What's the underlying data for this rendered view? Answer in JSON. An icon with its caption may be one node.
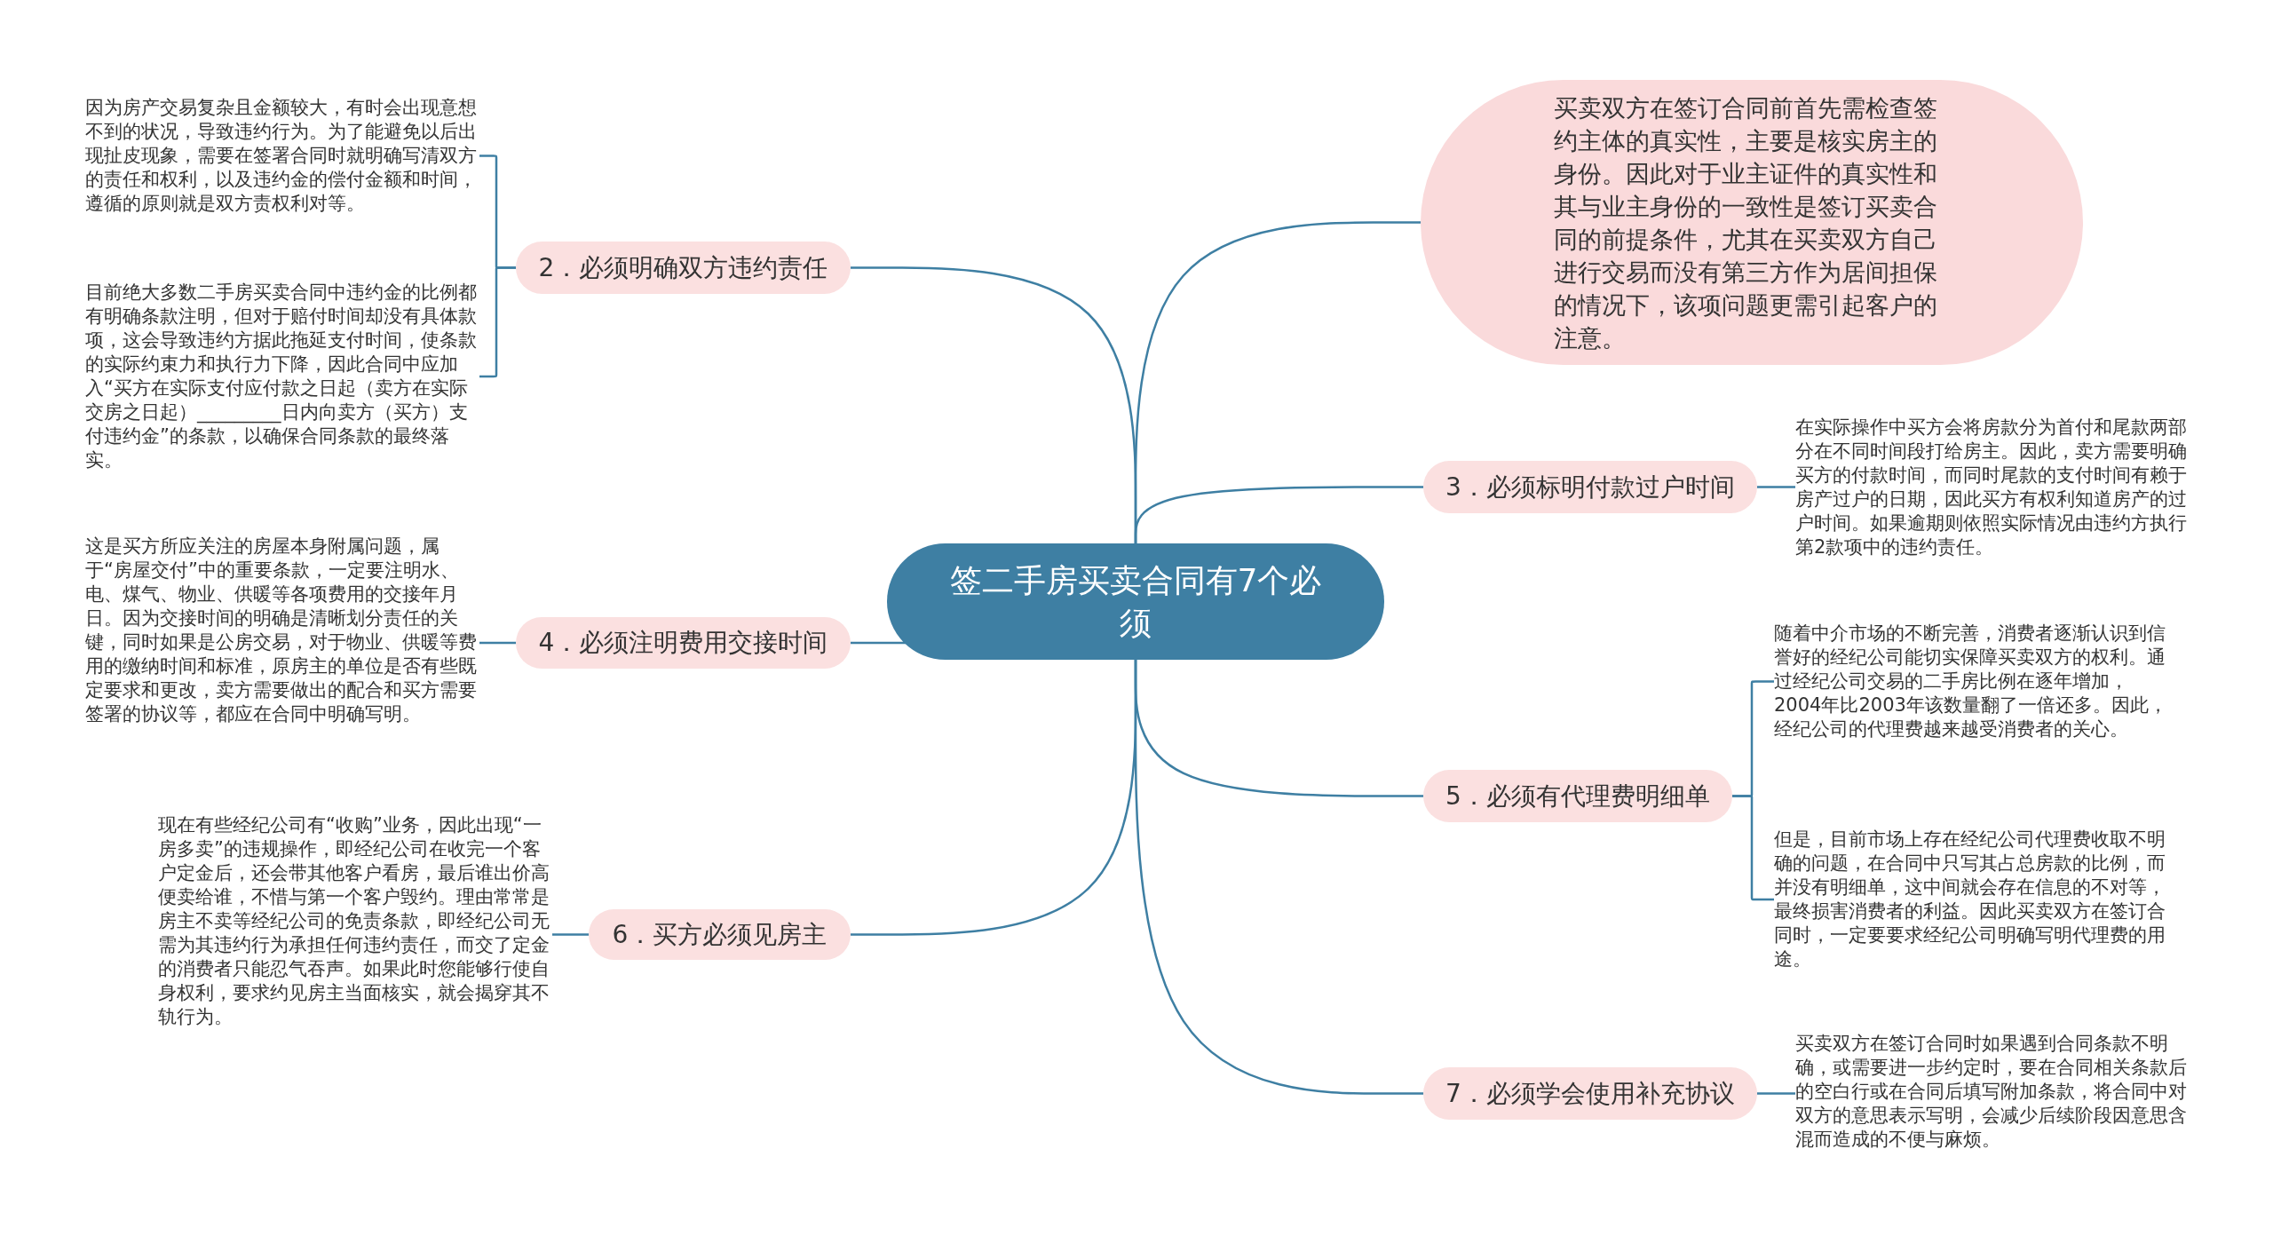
{
  "diagram": {
    "nodes": [
      {
        "text": [
          "签二手房买卖合同有7个必须"
        ]
      },
      {
        "text": [
          "买卖双方在签订合同前首先需检查签约主体的真实性，主要是核实房主的身份。因此对于业主证件的真实性和其与业主身份的一致性是签订买卖合同的前提条件，尤其在买卖双方自己进行交易而没有第三方作为居间担保的情况下，该项问题更需引起客户的注意。"
        ]
      },
      {
        "text": [
          "2．必须明确双方违约责任"
        ]
      },
      {
        "text": [
          "因为房产交易复杂且金额较大，有时会出现意想不到的状况，导致违约行为。为了能避免以后出现扯皮现象，需要在签署合同时就明确写清双方的责任和权利，以及违约金的偿付金额和时间，遵循的原则就是双方责权利对等。"
        ]
      },
      {
        "text": [
          "目前绝大多数二手房买卖合同中违约金的比例都有明确条款注明，但对于赔付时间却没有具体款项，这会导致违约方据此拖延支付时间，使条款的实际约束力和执行力下降，因此合同中应加入“买方在实际支付应付款之日起（卖方在实际交房之日起）_________日内向卖方（买方）支付违约金”的条款，以确保合同条款的最终落实。"
        ]
      },
      {
        "text": [
          "3．必须标明付款过户时间"
        ]
      },
      {
        "text": [
          "在实际操作中买方会将房款分为首付和尾款两部分在不同时间段打给房主。因此，卖方需要明确买方的付款时间，而同时尾款的支付时间有赖于房产过户的日期，因此买方有权利知道房产的过户时间。如果逾期则依照实际情况由违约方执行第2款项中的违约责任。"
        ]
      },
      {
        "text": [
          "4．必须注明费用交接时间"
        ]
      },
      {
        "text": [
          "这是买方所应关注的房屋本身附属问题，属于“房屋交付”中的重要条款，一定要注明水、电、煤气、物业、供暖等各项费用的交接年月日。因为交接时间的明确是清晰划分责任的关键，同时如果是公房交易，对于物业、供暖等费用的缴纳时间和标准，原房主的单位是否有些既定要求和更改，卖方需要做出的配合和买方需要签署的协议等，都应在合同中明确写明。"
        ]
      },
      {
        "text": [
          "5．必须有代理费明细单"
        ]
      },
      {
        "text": [
          "随着中介市场的不断完善，消费者逐渐认识到信誉好的经纪公司能切实保障买卖双方的权利。通过经纪公司交易的二手房比例在逐年增加，2004年比2003年该数量翻了一倍还多。因此，经纪公司的代理费越来越受消费者的关心。"
        ]
      },
      {
        "text": [
          "但是，目前市场上存在经纪公司代理费收取不明确的问题，在合同中只写其占总房款的比例，而并没有明细单，这中间就会存在信息的不对等，最终损害消费者的利益。因此买卖双方在签订合同时，一定要要求经纪公司明确写明代理费的用途。"
        ]
      },
      {
        "text": [
          "6．买方必须见房主"
        ]
      },
      {
        "text": [
          "现在有些经纪公司有“收购”业务，因此出现“一房多卖”的违规操作，即经纪公司在收完一个客户定金后，还会带其他客户看房，最后谁出价高便卖给谁，不惜与第一个客户毁约。理由常常是房主不卖等经纪公司的免责条款，即经纪公司无需为其违约行为承担任何违约责任，而交了定金的消费者只能忍气吞声。如果此时您能够行使自身权利，要求约见房主当面核实，就会揭穿其不轨行为。"
        ]
      },
      {
        "text": [
          "7．必须学会使用补充协议"
        ]
      },
      {
        "text": [
          "买卖双方在签订合同时如果遇到合同条款不明确，或需要进一步约定时，要在合同相关条款后的空白行或在合同后填写附加条款，将合同中对双方的意思表示写明，会减少后续阶段因意思含混而造成的不便与麻烦。"
        ]
      }
    ],
    "edges": [
      {
        "from": 0,
        "to": 1,
        "arrow": "none"
      },
      {
        "from": 0,
        "to": 2,
        "arrow": "none"
      },
      {
        "from": 2,
        "to": 3,
        "arrow": "none"
      },
      {
        "from": 2,
        "to": 4,
        "arrow": "none"
      },
      {
        "from": 0,
        "to": 5,
        "arrow": "none"
      },
      {
        "from": 5,
        "to": 6,
        "arrow": "none"
      },
      {
        "from": 0,
        "to": 7,
        "arrow": "none"
      },
      {
        "from": 7,
        "to": 8,
        "arrow": "none"
      },
      {
        "from": 0,
        "to": 9,
        "arrow": "none"
      },
      {
        "from": 9,
        "to": 10,
        "arrow": "none"
      },
      {
        "from": 9,
        "to": 11,
        "arrow": "none"
      },
      {
        "from": 0,
        "to": 12,
        "arrow": "none"
      },
      {
        "from": 12,
        "to": 13,
        "arrow": "none"
      },
      {
        "from": 0,
        "to": 14,
        "arrow": "none"
      },
      {
        "from": 14,
        "to": 15,
        "arrow": "none"
      }
    ]
  }
}
